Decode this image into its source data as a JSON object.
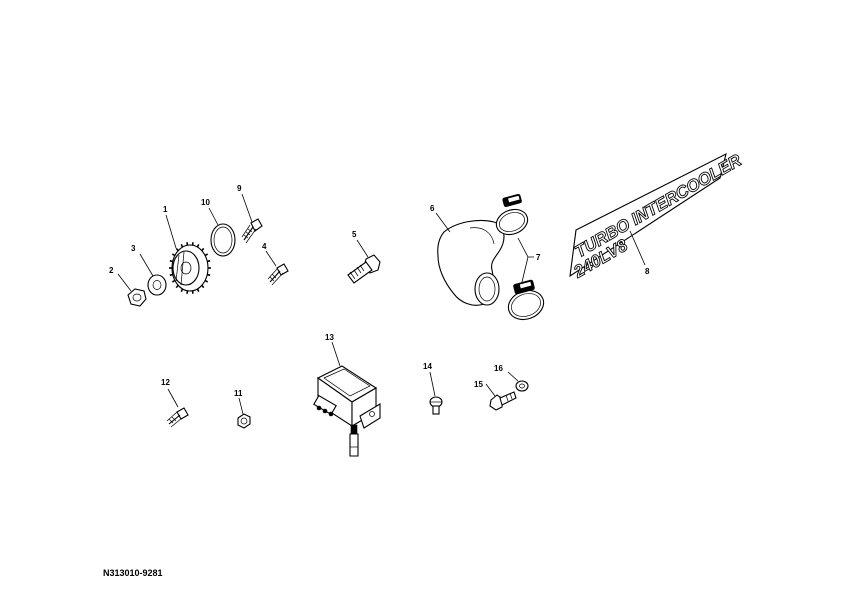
{
  "drawing_ref": "N313010-9281",
  "decal": {
    "line1": "TURBO INTERCOOLER",
    "line2": "240LV8"
  },
  "callouts": [
    {
      "id": "c1",
      "label": "1"
    },
    {
      "id": "c2",
      "label": "2"
    },
    {
      "id": "c3",
      "label": "3"
    },
    {
      "id": "c4",
      "label": "4"
    },
    {
      "id": "c5",
      "label": "5"
    },
    {
      "id": "c6",
      "label": "6"
    },
    {
      "id": "c7",
      "label": "7"
    },
    {
      "id": "c8",
      "label": "8"
    },
    {
      "id": "c9",
      "label": "9"
    },
    {
      "id": "c10",
      "label": "10"
    },
    {
      "id": "c11",
      "label": "11"
    },
    {
      "id": "c12",
      "label": "12"
    },
    {
      "id": "c13",
      "label": "13"
    },
    {
      "id": "c14",
      "label": "14"
    },
    {
      "id": "c15",
      "label": "15"
    },
    {
      "id": "c16",
      "label": "16"
    }
  ]
}
